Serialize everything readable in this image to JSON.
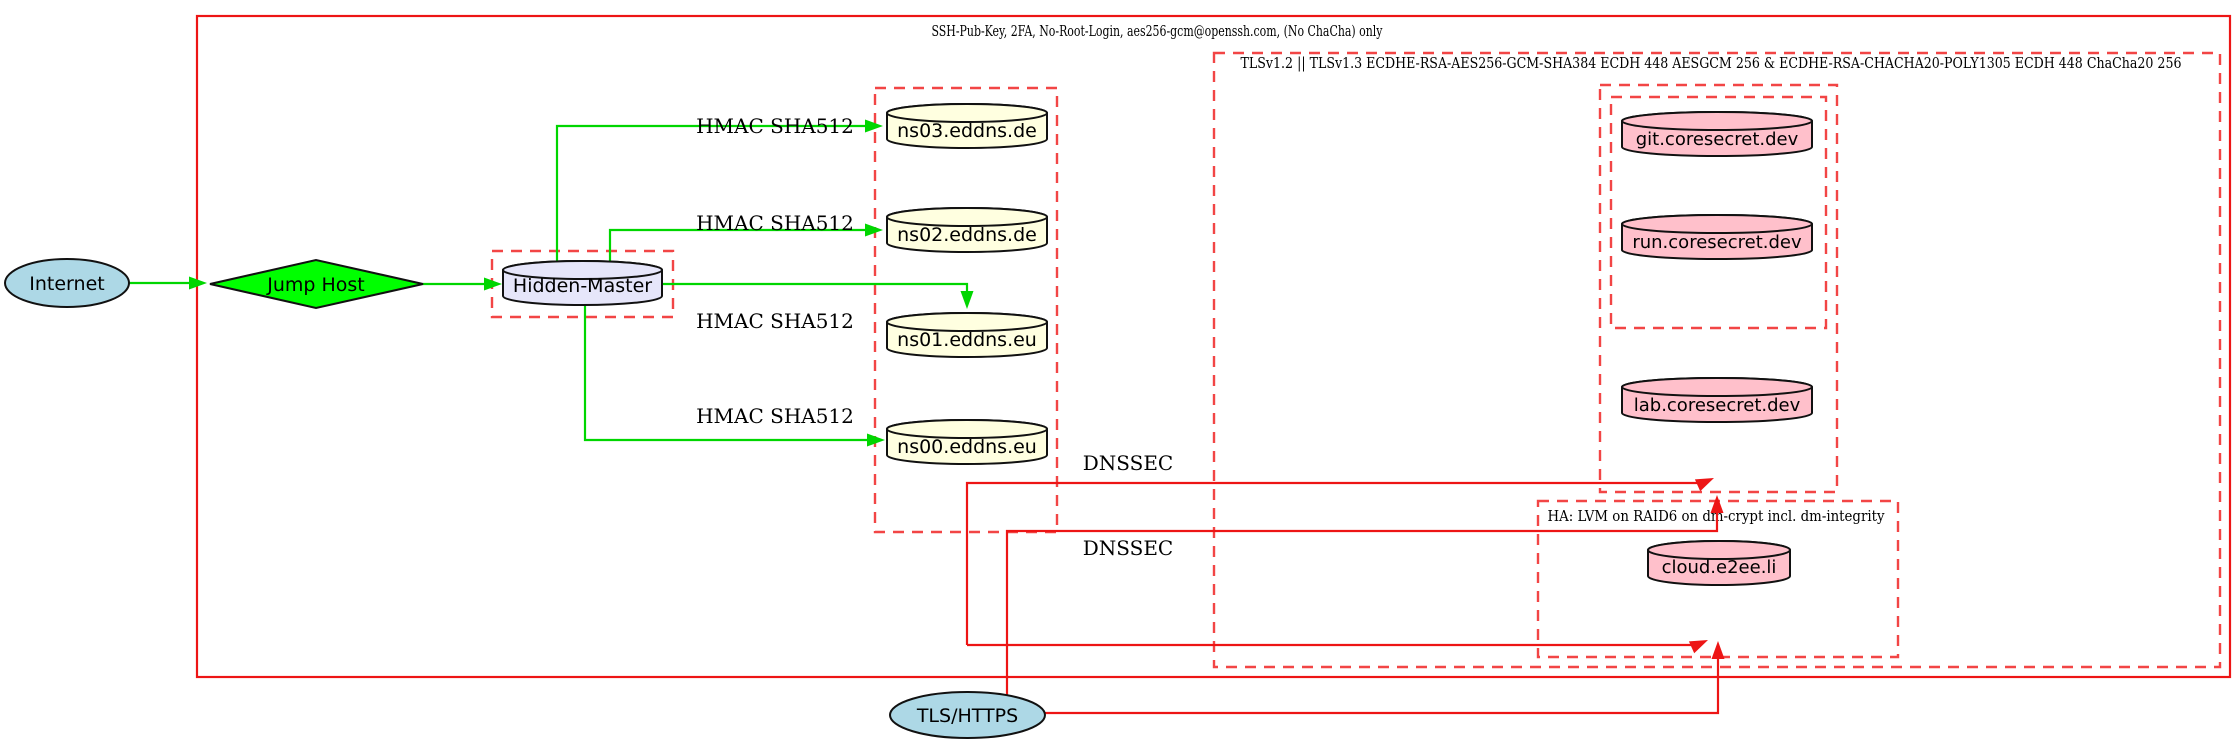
{
  "clusters": {
    "outer": {
      "label": "SSH-Pub-Key, 2FA, No-Root-Login, aes256-gcm@openssh.com, (No ChaCha) only"
    },
    "tls": {
      "label": "TLSv1.2 || TLSv1.3 ECDHE-RSA-AES256-GCM-SHA384 ECDH 448 AESGCM 256 & ECDHE-RSA-CHACHA20-POLY1305 ECDH 448 ChaCha20 256"
    },
    "ha": {
      "label": "HA: LVM on RAID6 on dm-crypt incl. dm-integrity"
    }
  },
  "nodes": {
    "internet": {
      "label": "Internet"
    },
    "jump_host": {
      "label": "Jump Host"
    },
    "hidden_master": {
      "label": "Hidden-Master"
    },
    "ns03": {
      "label": "ns03.eddns.de"
    },
    "ns02": {
      "label": "ns02.eddns.de"
    },
    "ns01": {
      "label": "ns01.eddns.eu"
    },
    "ns00": {
      "label": "ns00.eddns.eu"
    },
    "git": {
      "label": "git.coresecret.dev"
    },
    "run": {
      "label": "run.coresecret.dev"
    },
    "lab": {
      "label": "lab.coresecret.dev"
    },
    "cloud": {
      "label": "cloud.e2ee.li"
    },
    "tls_https": {
      "label": "TLS/HTTPS"
    }
  },
  "edges": {
    "hmac_labels": [
      "HMAC SHA512",
      "HMAC SHA512",
      "HMAC SHA512",
      "HMAC SHA512"
    ],
    "dnssec_labels": [
      "DNSSEC",
      "DNSSEC"
    ]
  },
  "colors": {
    "node_blue": "#add8e6",
    "node_green": "#00ff00",
    "node_lavender": "#e6e6fa",
    "node_yellow": "#ffffe0",
    "node_pink": "#ffc0cb",
    "edge_green": "#00d600",
    "red_solid": "#ed1515",
    "red_dashed": "#f24545"
  }
}
